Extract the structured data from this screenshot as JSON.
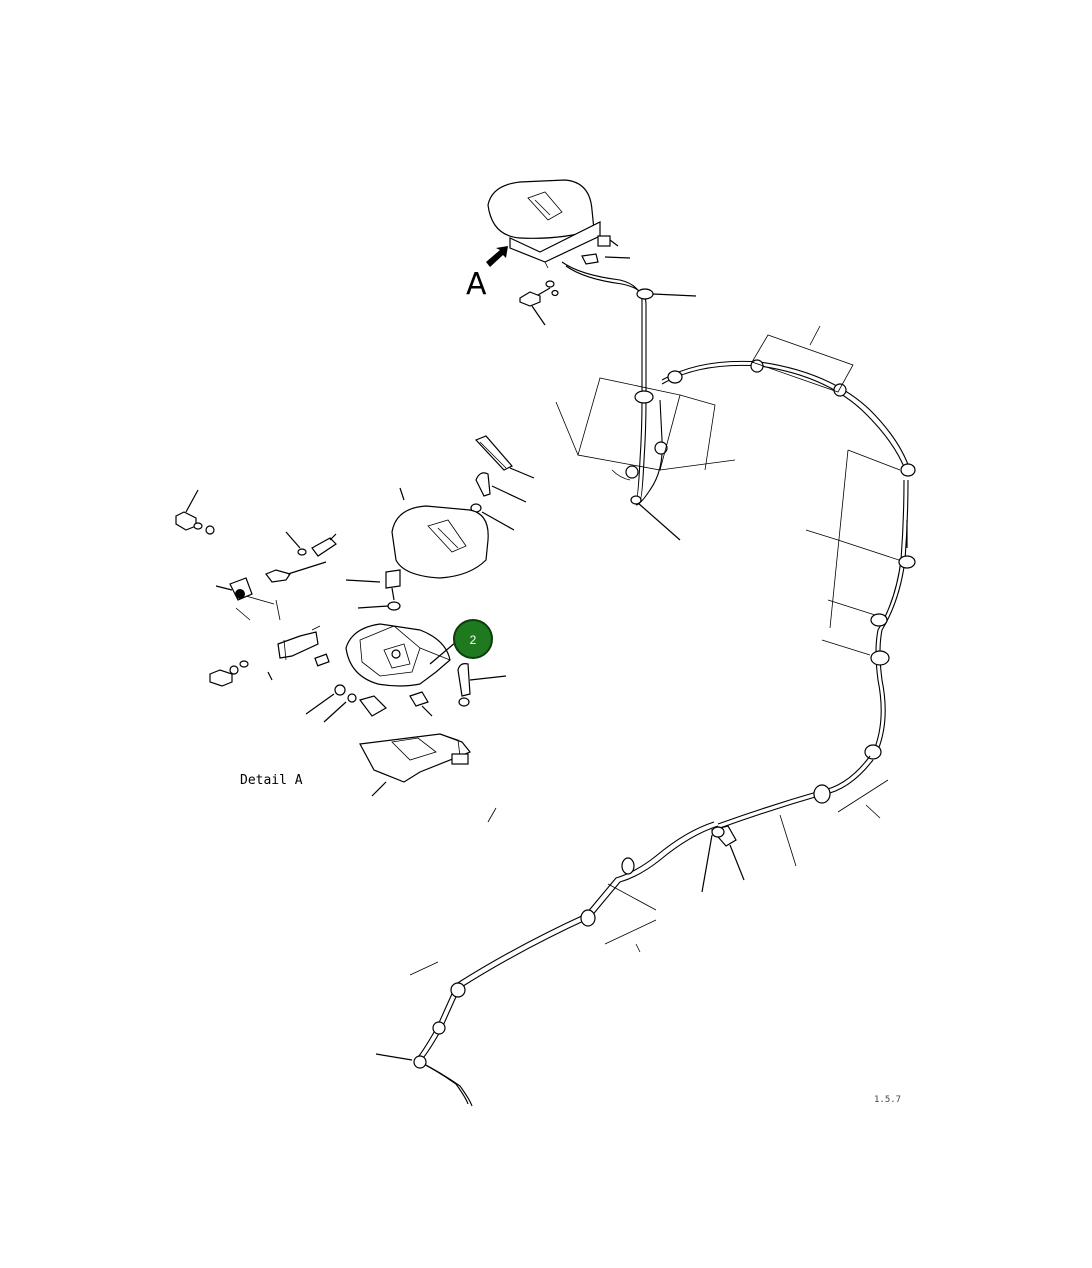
{
  "view_label": "A",
  "detail_label": "Detail A",
  "callout": {
    "number": "2",
    "color": "#1f7a1f",
    "border": "#0d3d0d"
  },
  "drawing_code": "1.5.7",
  "arrow_icon": "view-arrow-icon"
}
